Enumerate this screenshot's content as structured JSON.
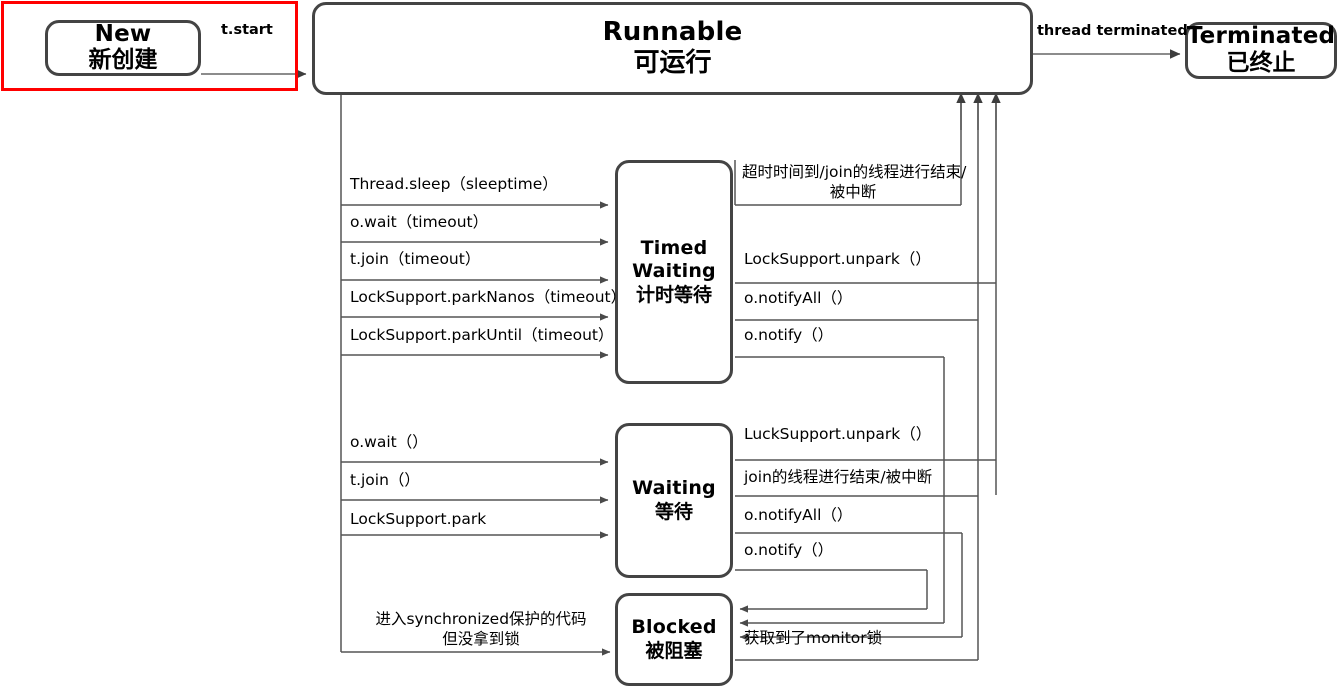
{
  "diagram": {
    "title": "Java Thread State Transition Diagram",
    "highlight_color": "#ff0000",
    "node_border_color": "#444444",
    "line_color": "#555555"
  },
  "nodes": {
    "new": {
      "en": "New",
      "cn": "新创建"
    },
    "runnable": {
      "en": "Runnable",
      "cn": "可运行"
    },
    "terminated": {
      "en": "Terminated",
      "cn": "已终止"
    },
    "timed_waiting": {
      "en1": "Timed",
      "en2": "Waiting",
      "cn": "计时等待"
    },
    "waiting": {
      "en": "Waiting",
      "cn": "等待"
    },
    "blocked": {
      "en": "Blocked",
      "cn": "被阻塞"
    }
  },
  "edges": {
    "start": "t.start",
    "terminated": "thread terminated",
    "to_timed": [
      "Thread.sleep（sleeptime）",
      "o.wait（timeout）",
      "t.join（timeout）",
      "LockSupport.parkNanos（timeout）",
      "LockSupport.parkUntil（timeout）"
    ],
    "from_timed": [
      "超时时间到/join的线程进行结束/\n被中断",
      "LockSupport.unpark（）",
      "o.notifyAll（）",
      "o.notify（）"
    ],
    "to_waiting": [
      "o.wait（）",
      "t.join（）",
      "LockSupport.park"
    ],
    "from_waiting": [
      "LuckSupport.unpark（）",
      "join的线程进行结束/被中断",
      "o.notifyAll（）",
      "o.notify（）"
    ],
    "to_blocked": "进入synchronized保护的代码\n但没拿到锁",
    "from_blocked": "获取到了monitor锁"
  }
}
